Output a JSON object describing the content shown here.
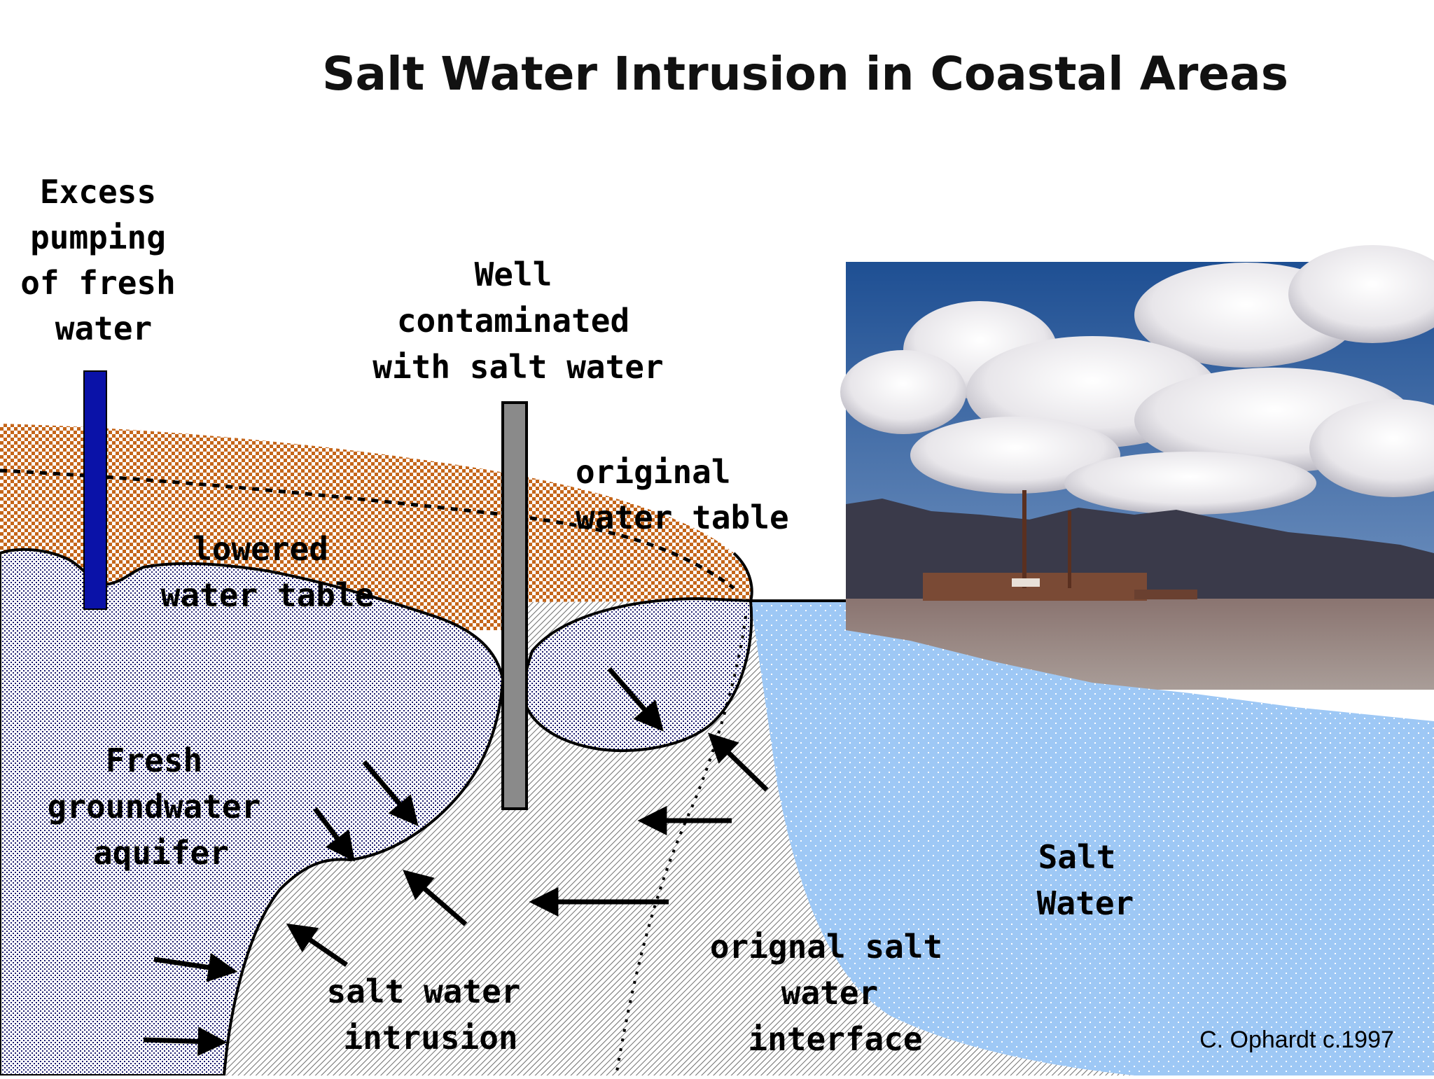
{
  "title": "Salt Water Intrusion in Coastal Areas",
  "labels": {
    "excess_pumping": [
      "Excess",
      "pumping",
      "of fresh",
      "water"
    ],
    "well_contaminated": [
      "Well",
      "contaminated",
      "with salt water"
    ],
    "original_water_table": [
      "original",
      "water table"
    ],
    "lowered_water_table": [
      "lowered",
      "water table"
    ],
    "fresh_groundwater": [
      "Fresh",
      "groundwater",
      "aquifer"
    ],
    "salt_water": [
      "Salt",
      "Water"
    ],
    "salt_water_intrusion": [
      "salt water",
      "intrusion"
    ],
    "original_interface": [
      "orignal salt",
      "water",
      "interface"
    ]
  },
  "credit": "C. Ophardt c.1997",
  "colors": {
    "soil": "#c5661a",
    "fresh_water_dots": "#1a1a6e",
    "salt_water": "#9ec8f5",
    "intrusion_hatch": "#7a7a7a",
    "pumping_well": "#0a12a8",
    "contaminated_well": "#8a8a8a",
    "sky": "#2f5fa0",
    "mountains": "#3a3a4a"
  }
}
